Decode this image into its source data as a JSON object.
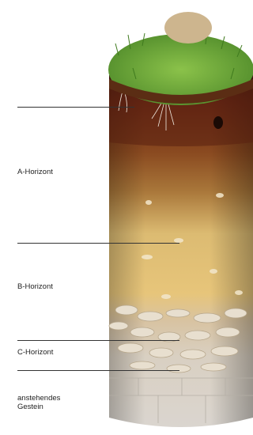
{
  "horizons": {
    "a": "A-Horizont",
    "b": "B-Horizont",
    "c": "C-Horizont",
    "bedrock": "anstehendes\nGestein"
  },
  "colors": {
    "grass": "#6aa636",
    "a_horizon": "#7a3418",
    "b_horizon": "#e2c274",
    "c_horizon": "#d8c3a2",
    "bedrock": "#d9d4cd"
  }
}
